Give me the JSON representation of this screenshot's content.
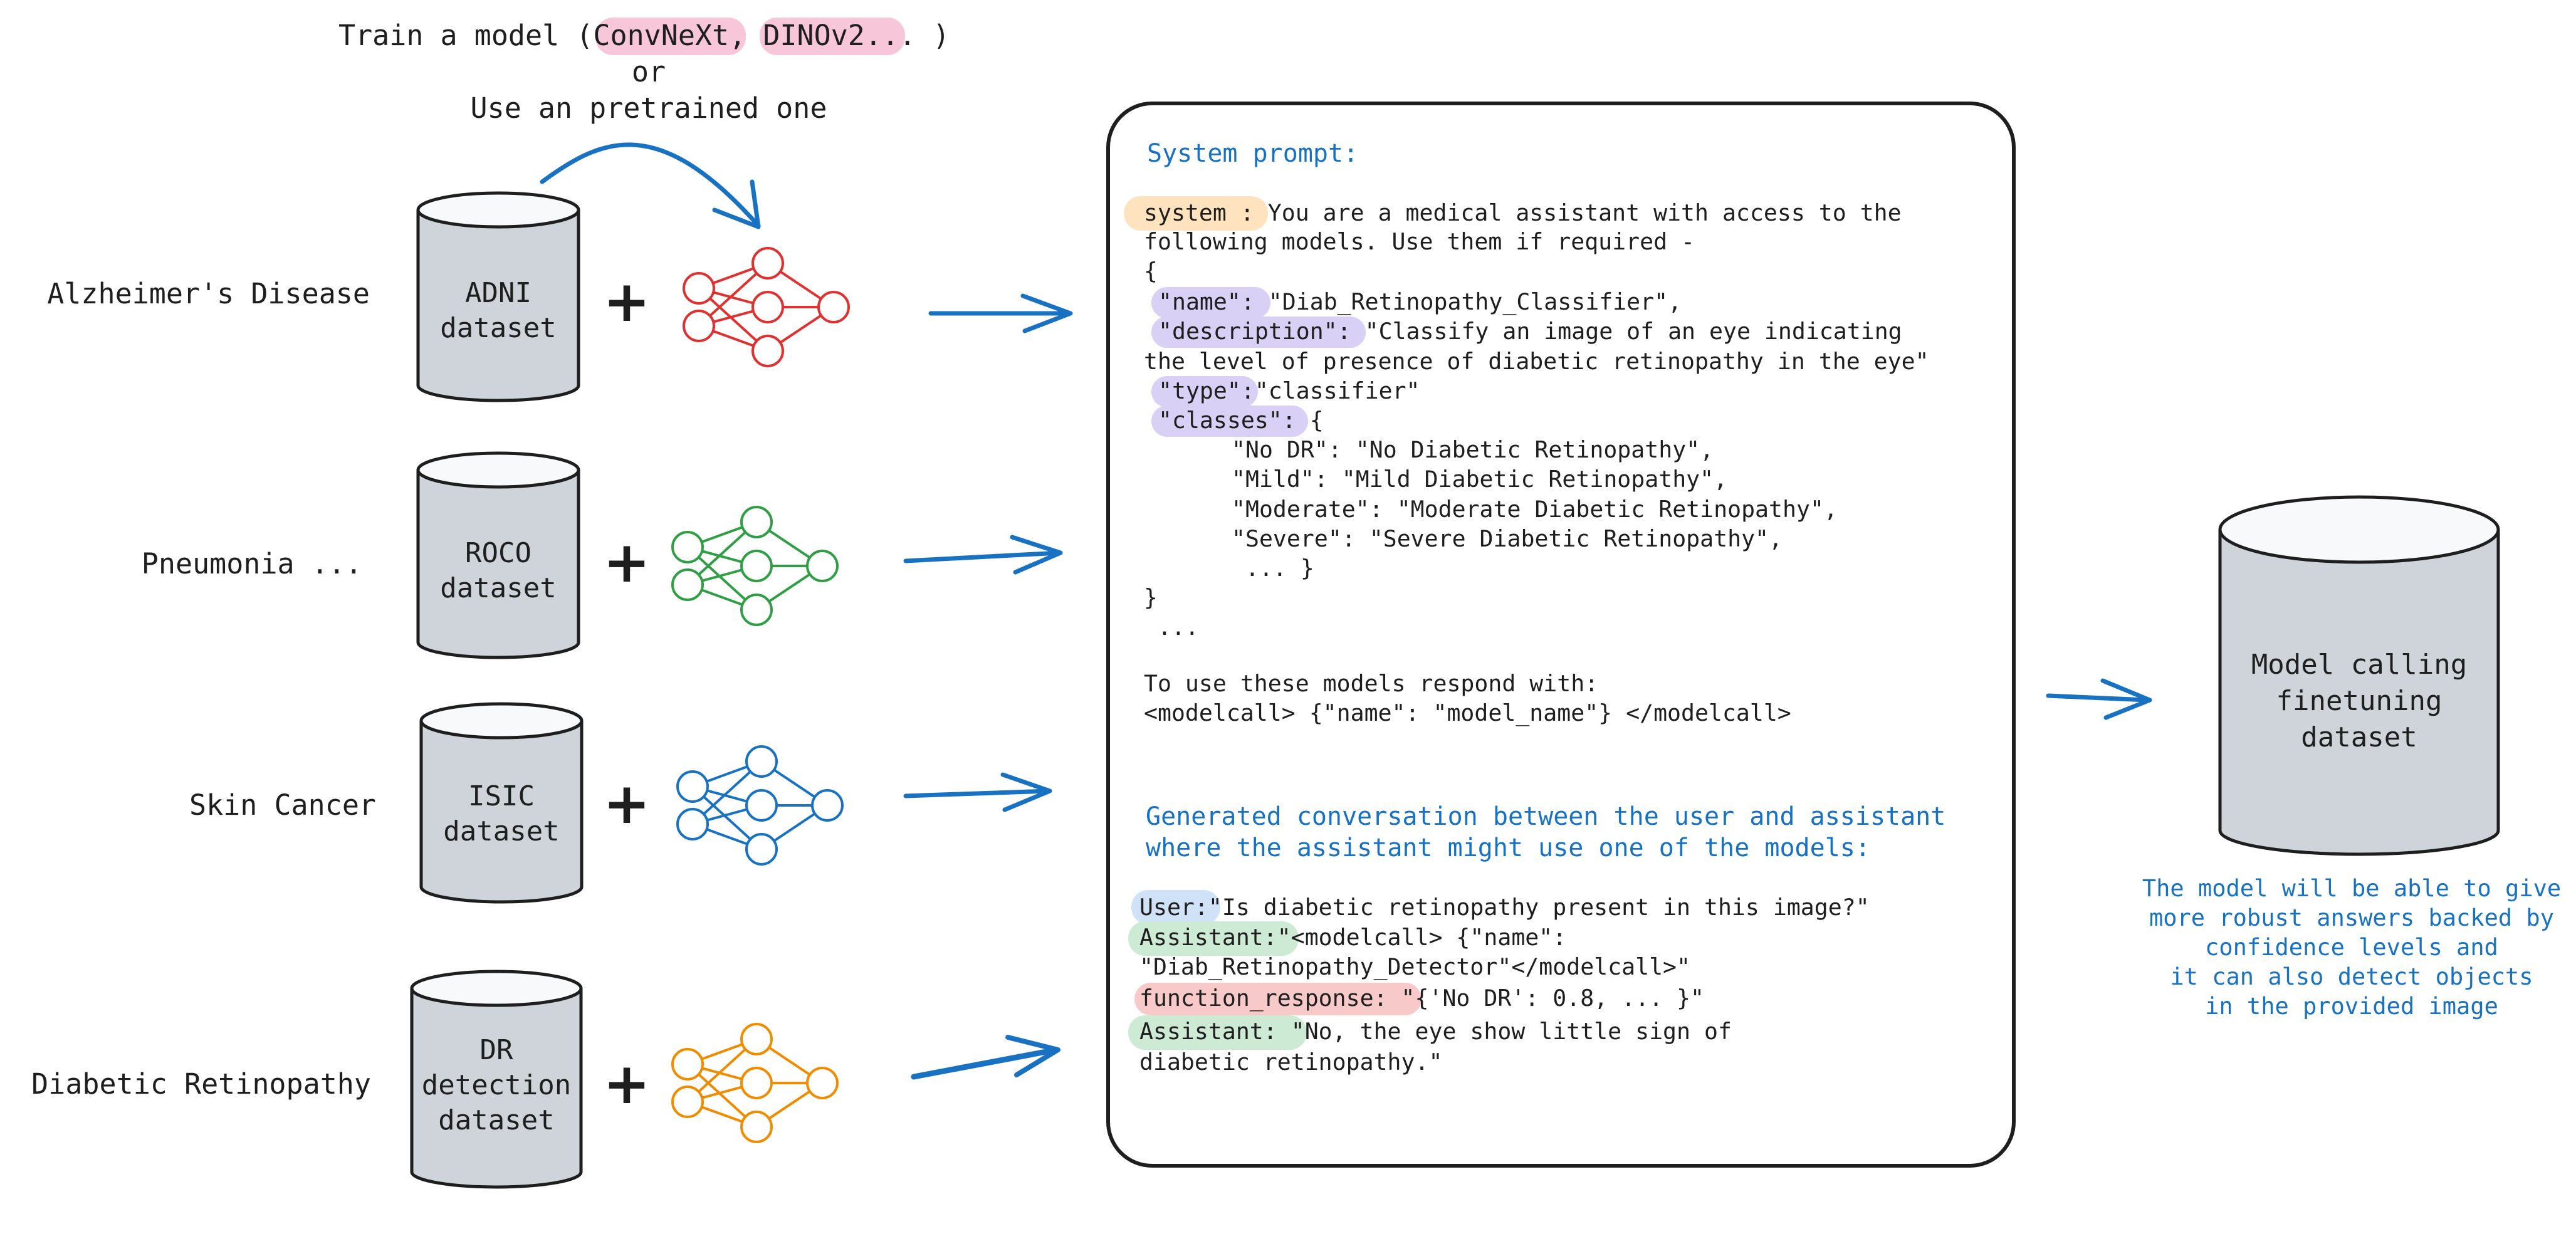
{
  "colors": {
    "ink": "#1e1e1e",
    "blue": "#1971c2",
    "cylinder_fill": "#ced4da",
    "cylinder_top": "#f8f9fa",
    "red_net": "#e03131",
    "green_net": "#2f9e44",
    "blue_net": "#1971c2",
    "orange_net": "#f08c00",
    "hl_pink": "#f7c6d9",
    "hl_orange": "#ffe3bf",
    "hl_purple": "#d8d0f5",
    "hl_blue": "#cfe2f7",
    "hl_green": "#cdebd4",
    "hl_red": "#f8c9c9"
  },
  "header": {
    "line1_prefix": "Train a model (",
    "model_a": "ConvNeXt",
    "comma": ",",
    "model_b": "DINOv2",
    "line1_suffix": "... )",
    "line2": "or",
    "line3": "Use an pretrained one"
  },
  "rows": [
    {
      "disease": "Alzheimer's Disease",
      "dataset_lines": [
        "ADNI",
        "dataset"
      ],
      "net_color": "red-net"
    },
    {
      "disease": "Pneumonia ...",
      "dataset_lines": [
        "ROCO",
        "dataset"
      ],
      "net_color": "green-net"
    },
    {
      "disease": "Skin Cancer",
      "dataset_lines": [
        "ISIC",
        "dataset"
      ],
      "net_color": "blue-net"
    },
    {
      "disease": "Diabetic Retinopathy",
      "dataset_lines": [
        "DR",
        "detection",
        "dataset"
      ],
      "net_color": "orange-net"
    }
  ],
  "plus_sign": "+",
  "prompt": {
    "system_heading": "System prompt:",
    "system_tag": "system :",
    "system_text": " You are a medical assistant with access to the",
    "line2": "following models. Use them if required -",
    "open_brace": "{",
    "name_key": "\"name\":",
    "name_val": " \"Diab_Retinopathy_Classifier\",",
    "desc_key": "\"description\":",
    "desc_val": " \"Classify an image of an eye indicating",
    "desc_cont": "the level of presence of diabetic retinopathy in the eye\"",
    "type_key": "\"type\":",
    "type_val": "\"classifier\"",
    "classes_key": "\"classes\":",
    "classes_val": " {",
    "class_lines": [
      "\"No DR\": \"No Diabetic Retinopathy\",",
      "\"Mild\": \"Mild Diabetic Retinopathy\",",
      "\"Moderate\": \"Moderate Diabetic Retinopathy\",",
      "\"Severe\": \"Severe Diabetic Retinopathy\","
    ],
    "classes_end": " ... }",
    "close_brace": "}",
    "ellipsis": " ...",
    "use_line1": "To use these models respond with:",
    "use_line2": "<modelcall> {\"name\": \"model_name\"} </modelcall>",
    "conv_heading_1": "Generated conversation between the user and assistant",
    "conv_heading_2": "where the assistant might use one of the models:",
    "user_tag": "User:",
    "user_text": "\"Is diabetic retinopathy present in this image?\"",
    "assistant_tag": "Assistant:",
    "assistant_text": "\"<modelcall> {\"name\":",
    "assistant_cont": "\"Diab_Retinopathy_Detector\"</modelcall>\"",
    "fn_tag": "function_response:",
    "fn_text": " \"{'No DR': 0.8, ... }\"",
    "assistant2_tag": "Assistant:",
    "assistant2_text": " \"No, the eye show little sign of",
    "assistant2_cont": "diabetic retinopathy.\""
  },
  "output": {
    "dataset_lines": [
      "Model calling",
      "finetuning",
      "dataset"
    ],
    "note_lines": [
      "The model will be able to give",
      "more robust answers backed by",
      "confidence levels and",
      "it can also detect objects",
      "in the provided image"
    ]
  }
}
